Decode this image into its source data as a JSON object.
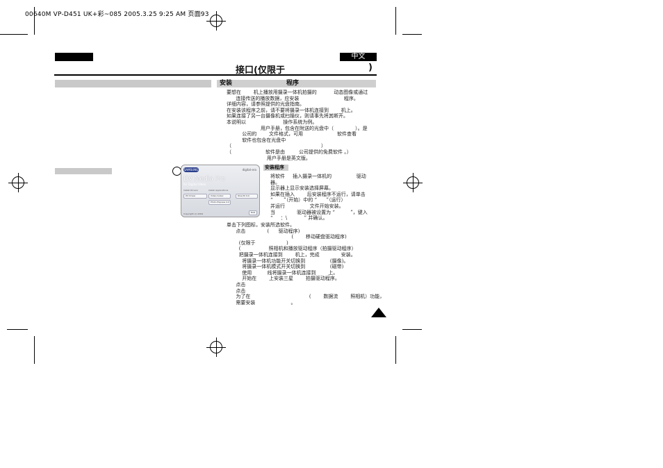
{
  "print_header": "00640M VP-D451 UK+彩~085  2005.3.25 9:25 AM  页面93",
  "language_badge": "中文",
  "title": {
    "left": "接口(仅限于",
    "right": ")"
  },
  "section": {
    "heading_left": "安装",
    "heading_right": "程序"
  },
  "intro_lines": [
    "要想在        机上播放用摄录一体机拍摄的           动态图像或通过",
    "      连接传送的播放数据，应安装                             程序。",
    "详细内容，请参照提供的光盘指南。",
    "在安装该程序之前，请不要将摄录一体机连接到        机上。",
    "如果连接了另一台摄像机或扫描仪，则请事先将其断开。",
    "本说明以                        操作系统为例。",
    "                      用户手册，包含在附送的光盘中（              ）。是",
    "          公司的        文件格式，可用                      软件查看",
    "          软件也包含在光盘中",
    "（                                                          ）",
    "（                      软件是由         公司提供的免费软件 。）",
    "                          用户手册是英文版。"
  ],
  "install_tag": "安装程序",
  "steps_lines": [
    "将软件     插入摄录一体机的                驱动",
    "器。",
    "显示器上显示安装选择屏幕。",
    "如果在插入        后安装程序不运行，请单击",
    "“       ”（开始）中的 “      ”（运行）",
    "并运行                文件开始安装。",
    "当              驱动器被设置为 “          ”，键入",
    "“     ：\\           ” 并确认。"
  ],
  "lower_lines": [
    "单击下列图标，安装所选软件。",
    "      点击              (      驱动程序)",
    "                                          (        移动硬盘驱动程序)",
    "        (仅限于                    )",
    "",
    "",
    "        (                  照相机和播放驱动程序（拍摄驱动程序）",
    "        把摄录一体机连接到        机上，完成              安装。",
    "          将摄录一体机功能开关切换到                (摄像)。",
    "          将摄录一体机模式开关切换到                (磁带)",
    "          使用          线将摄录一体机连接到        上。",
    "          开始在        上安装三星        拍摄驱动程序。",
    "      点击",
    "      点击",
    "      为了在                                      (        数据流        照相机）功能，",
    "      需要安装                       。"
  ],
  "screenshot": {
    "logo": "SAMSUNG",
    "site": "digital-era",
    "app_title": "DV Media Pro",
    "subtitle": "for Digital Video",
    "group_left": "Install Drivers",
    "group_right": "Install Applications",
    "buttons": [
      "DV Driver",
      "Video Codec",
      "DirectX 9.0",
      "Photo Express 4.0"
    ],
    "footer": "Copyright (c) 2004",
    "exit": "Exit"
  },
  "colors": {
    "badge_bg": "#000000",
    "band_grey": "#c9c9c9",
    "text": "#222222"
  }
}
